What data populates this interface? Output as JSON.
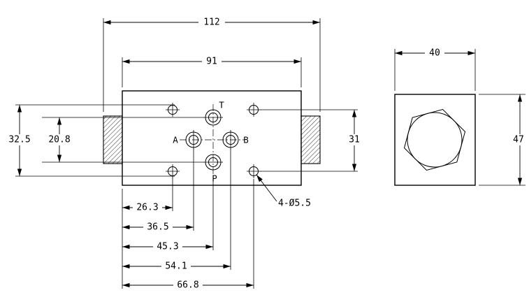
{
  "front_view": {
    "ports": {
      "top": "T",
      "left": "A",
      "right": "B",
      "bottom": "P"
    },
    "hole_note": "4-Ø5.5",
    "dims": {
      "overall_width": "112",
      "body_width": "91",
      "left_height": "32.5",
      "port_height": "20.8",
      "right_height": "31",
      "bottom_1": "26.3",
      "bottom_2": "36.5",
      "bottom_3": "45.3",
      "bottom_4": "54.1",
      "bottom_5": "66.8"
    }
  },
  "side_view": {
    "dims": {
      "width": "40",
      "height": "47"
    }
  }
}
